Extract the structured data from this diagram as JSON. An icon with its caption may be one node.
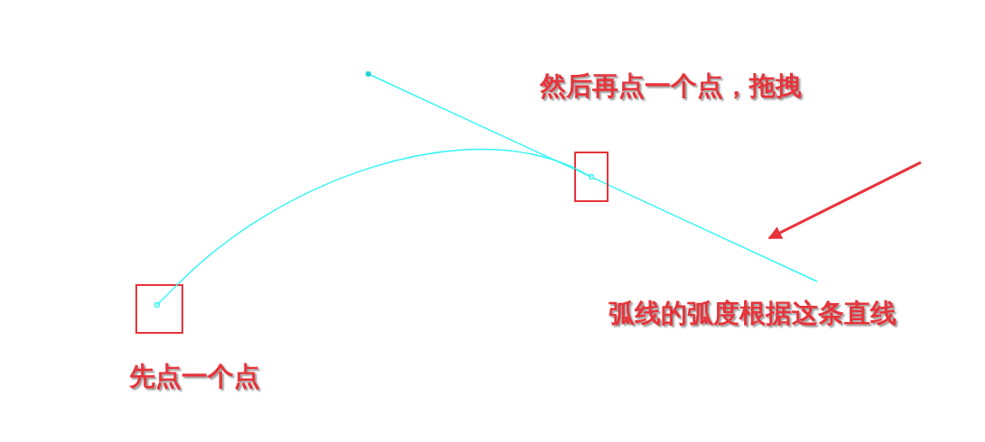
{
  "diagram": {
    "nodes": [
      {
        "text": [],
        "shape": "box"
      },
      {
        "text": [],
        "shape": "box"
      },
      {
        "text": [
          "然后再点一个点，拖拽"
        ]
      },
      {
        "text": [
          "弧线的弧度根据这条直线"
        ]
      },
      {
        "text": [
          "先点一个点"
        ]
      }
    ],
    "edges": [
      {
        "from": 0,
        "to": 1,
        "arrow": "none",
        "color": "#33f5f5"
      }
    ]
  }
}
